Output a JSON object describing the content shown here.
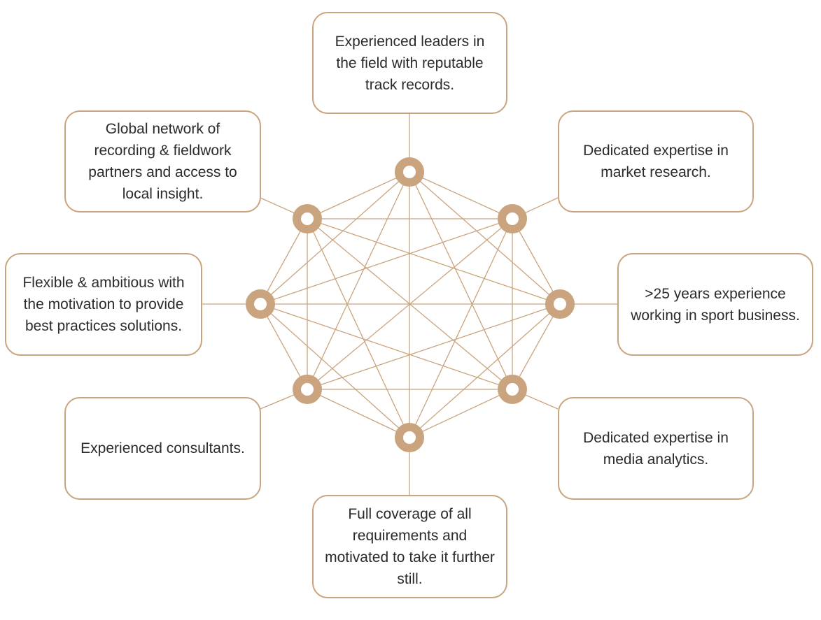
{
  "accent_color": "#C9A47E",
  "boxes": [
    {
      "id": "top",
      "text": "Experienced leaders in the field with reputable track records."
    },
    {
      "id": "top-right",
      "text": "Dedicated expertise in market research."
    },
    {
      "id": "right",
      "text": ">25 years experience working in sport business."
    },
    {
      "id": "bottom-right",
      "text": "Dedicated expertise in media analytics."
    },
    {
      "id": "bottom",
      "text": "Full coverage of all requirements and motivated to take it further still."
    },
    {
      "id": "bottom-left",
      "text": "Experienced consultants."
    },
    {
      "id": "left",
      "text": "Flexible & ambitious with the motivation to provide best practices solutions."
    },
    {
      "id": "top-left",
      "text": "Global network of recording & fieldwork partners and access to local insight."
    }
  ]
}
